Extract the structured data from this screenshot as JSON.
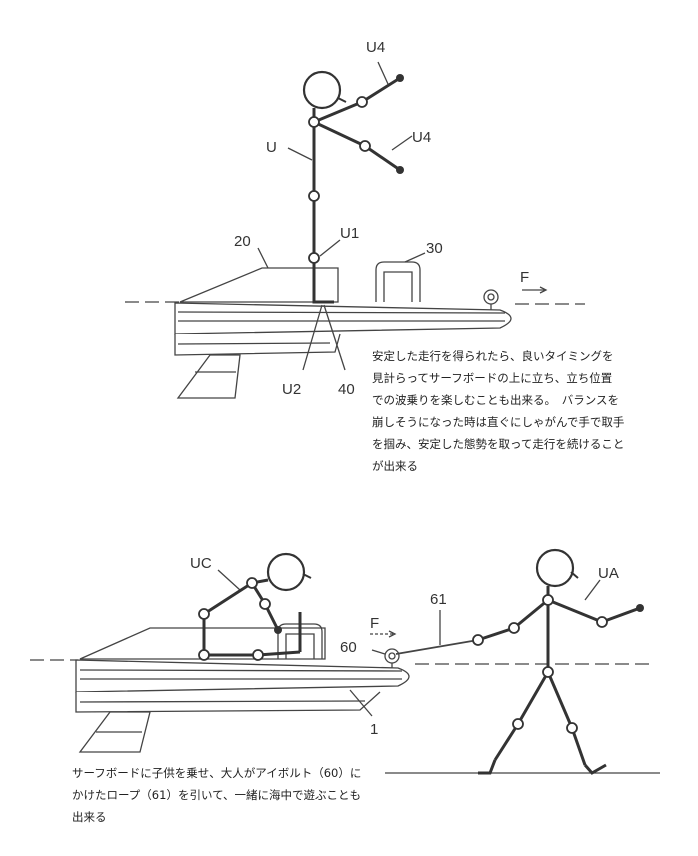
{
  "labels": {
    "top_head": "U4",
    "top_hand": "U4",
    "top_body": "U",
    "top_knee": "U1",
    "top_board": "20",
    "top_handle": "30",
    "top_force": "F",
    "top_foot": "U2",
    "top_fin": "40",
    "bottom_child": "UC",
    "bottom_adult": "UA",
    "bottom_rope": "61",
    "bottom_eyebolt": "60",
    "bottom_force": "F",
    "bottom_board": "1"
  },
  "captions": {
    "top": "安定した走行を得られたら、良いタイミングを\n見計らってサーフボードの上に立ち、立ち位置\nでの波乗りを楽しむことも出来る。　バランスを\n崩しそうになった時は直ぐにしゃがんで手で取手\nを掴み、安定した態勢を取って走行を続けること\nが出来る",
    "bottom": "サーフボードに子供を乗せ、大人がアイボルト（60）に\nかけたロープ（61）を引いて、一緒に海中で遊ぶことも\n出来る"
  },
  "colors": {
    "line": "#444444",
    "figure": "#333333",
    "text": "#222222"
  }
}
